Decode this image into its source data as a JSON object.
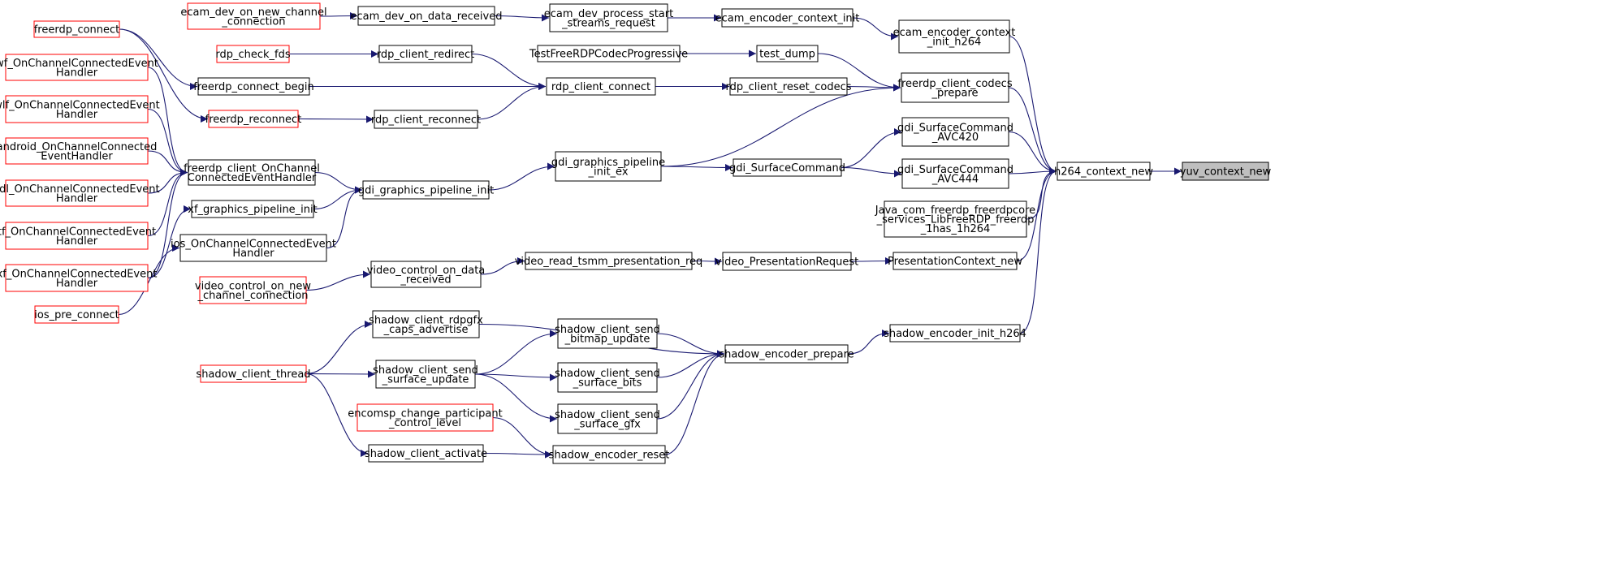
{
  "graph": {
    "colors": {
      "edge": "#191970",
      "node_border": "#000000",
      "truncated_border": "#ff0000",
      "focus_fill": "#bfbfbf"
    },
    "nodes": [
      {
        "id": "yuv_context_new",
        "lines": [
          "yuv_context_new"
        ],
        "style": "focus"
      },
      {
        "id": "h264_context_new",
        "lines": [
          "h264_context_new"
        ],
        "style": "normal"
      },
      {
        "id": "ecam_encoder_context_init_h264",
        "lines": [
          "ecam_encoder_context",
          "_init_h264"
        ],
        "style": "normal"
      },
      {
        "id": "freerdp_client_codecs_prepare",
        "lines": [
          "freerdp_client_codecs",
          "_prepare"
        ],
        "style": "normal"
      },
      {
        "id": "gdi_SurfaceCommand_AVC420",
        "lines": [
          "gdi_SurfaceCommand",
          "_AVC420"
        ],
        "style": "normal"
      },
      {
        "id": "gdi_SurfaceCommand_AVC444",
        "lines": [
          "gdi_SurfaceCommand",
          "_AVC444"
        ],
        "style": "normal"
      },
      {
        "id": "java_h264",
        "lines": [
          "Java_com_freerdp_freerdpcore",
          "_services_LibFreeRDP_freerdp",
          "_1has_1h264"
        ],
        "style": "normal"
      },
      {
        "id": "PresentationContext_new",
        "lines": [
          "PresentationContext_new"
        ],
        "style": "normal"
      },
      {
        "id": "shadow_encoder_init_h264",
        "lines": [
          "shadow_encoder_init_h264"
        ],
        "style": "normal"
      },
      {
        "id": "ecam_encoder_context_init",
        "lines": [
          "ecam_encoder_context_init"
        ],
        "style": "normal"
      },
      {
        "id": "test_dump",
        "lines": [
          "test_dump"
        ],
        "style": "normal"
      },
      {
        "id": "rdp_client_reset_codecs",
        "lines": [
          "rdp_client_reset_codecs"
        ],
        "style": "normal"
      },
      {
        "id": "gdi_SurfaceCommand",
        "lines": [
          "gdi_SurfaceCommand"
        ],
        "style": "normal"
      },
      {
        "id": "video_PresentationRequest",
        "lines": [
          "video_PresentationRequest"
        ],
        "style": "normal"
      },
      {
        "id": "shadow_encoder_prepare",
        "lines": [
          "shadow_encoder_prepare"
        ],
        "style": "normal"
      },
      {
        "id": "ecam_dev_process_start_streams_request",
        "lines": [
          "ecam_dev_process_start",
          "_streams_request"
        ],
        "style": "normal"
      },
      {
        "id": "TestFreeRDPCodecProgressive",
        "lines": [
          "TestFreeRDPCodecProgressive"
        ],
        "style": "normal"
      },
      {
        "id": "rdp_client_connect",
        "lines": [
          "rdp_client_connect"
        ],
        "style": "normal"
      },
      {
        "id": "gdi_graphics_pipeline_init_ex",
        "lines": [
          "gdi_graphics_pipeline",
          "_init_ex"
        ],
        "style": "normal"
      },
      {
        "id": "video_read_tsmm_presentation_req",
        "lines": [
          "video_read_tsmm_presentation_req"
        ],
        "style": "normal"
      },
      {
        "id": "shadow_client_send_bitmap_update",
        "lines": [
          "shadow_client_send",
          "_bitmap_update"
        ],
        "style": "normal"
      },
      {
        "id": "shadow_client_send_surface_bits",
        "lines": [
          "shadow_client_send",
          "_surface_bits"
        ],
        "style": "normal"
      },
      {
        "id": "shadow_client_send_surface_gfx",
        "lines": [
          "shadow_client_send",
          "_surface_gfx"
        ],
        "style": "normal"
      },
      {
        "id": "shadow_encoder_reset",
        "lines": [
          "shadow_encoder_reset"
        ],
        "style": "normal"
      },
      {
        "id": "ecam_dev_on_data_received",
        "lines": [
          "ecam_dev_on_data_received"
        ],
        "style": "normal"
      },
      {
        "id": "rdp_client_redirect",
        "lines": [
          "rdp_client_redirect"
        ],
        "style": "normal"
      },
      {
        "id": "rdp_client_reconnect",
        "lines": [
          "rdp_client_reconnect"
        ],
        "style": "normal"
      },
      {
        "id": "gdi_graphics_pipeline_init",
        "lines": [
          "gdi_graphics_pipeline_init"
        ],
        "style": "normal"
      },
      {
        "id": "video_control_on_data_received",
        "lines": [
          "video_control_on_data",
          "_received"
        ],
        "style": "normal"
      },
      {
        "id": "shadow_client_rdpgfx_caps_advertise",
        "lines": [
          "shadow_client_rdpgfx",
          "_caps_advertise"
        ],
        "style": "normal"
      },
      {
        "id": "shadow_client_send_surface_update",
        "lines": [
          "shadow_client_send",
          "_surface_update"
        ],
        "style": "normal"
      },
      {
        "id": "shadow_client_activate",
        "lines": [
          "shadow_client_activate"
        ],
        "style": "normal"
      },
      {
        "id": "ecam_dev_on_new_channel_connection",
        "lines": [
          "ecam_dev_on_new_channel",
          "_connection"
        ],
        "style": "truncated"
      },
      {
        "id": "rdp_check_fds",
        "lines": [
          "rdp_check_fds"
        ],
        "style": "truncated"
      },
      {
        "id": "freerdp_connect_begin",
        "lines": [
          "freerdp_connect_begin"
        ],
        "style": "normal"
      },
      {
        "id": "freerdp_reconnect",
        "lines": [
          "freerdp_reconnect"
        ],
        "style": "truncated"
      },
      {
        "id": "freerdp_client_OnChannelConnectedEventHandler",
        "lines": [
          "freerdp_client_OnChannel",
          "ConnectedEventHandler"
        ],
        "style": "normal"
      },
      {
        "id": "xf_graphics_pipeline_init",
        "lines": [
          "xf_graphics_pipeline_init"
        ],
        "style": "normal"
      },
      {
        "id": "ios_OnChannelConnectedEventHandler",
        "lines": [
          "ios_OnChannelConnectedEvent",
          "Handler"
        ],
        "style": "normal"
      },
      {
        "id": "video_control_on_new_channel_connection",
        "lines": [
          "video_control_on_new",
          "_channel_connection"
        ],
        "style": "truncated"
      },
      {
        "id": "shadow_client_thread",
        "lines": [
          "shadow_client_thread"
        ],
        "style": "truncated"
      },
      {
        "id": "encomsp_change_participant_control_level",
        "lines": [
          "encomsp_change_participant",
          "_control_level"
        ],
        "style": "truncated"
      },
      {
        "id": "freerdp_connect",
        "lines": [
          "freerdp_connect"
        ],
        "style": "truncated"
      },
      {
        "id": "wf_OnChannelConnectedEventHandler",
        "lines": [
          "wf_OnChannelConnectedEvent",
          "Handler"
        ],
        "style": "truncated"
      },
      {
        "id": "wlf_OnChannelConnectedEventHandler",
        "lines": [
          "wlf_OnChannelConnectedEvent",
          "Handler"
        ],
        "style": "truncated"
      },
      {
        "id": "android_OnChannelConnectedEventHandler",
        "lines": [
          "android_OnChannelConnected",
          "EventHandler"
        ],
        "style": "truncated"
      },
      {
        "id": "sdl_OnChannelConnectedEventHandler",
        "lines": [
          "sdl_OnChannelConnectedEvent",
          "Handler"
        ],
        "style": "truncated"
      },
      {
        "id": "tf_OnChannelConnectedEventHandler",
        "lines": [
          "tf_OnChannelConnectedEvent",
          "Handler"
        ],
        "style": "truncated"
      },
      {
        "id": "xf_OnChannelConnectedEventHandler",
        "lines": [
          "xf_OnChannelConnectedEvent",
          "Handler"
        ],
        "style": "truncated"
      },
      {
        "id": "ios_pre_connect",
        "lines": [
          "ios_pre_connect"
        ],
        "style": "truncated"
      }
    ],
    "edges": [
      [
        "h264_context_new",
        "yuv_context_new"
      ],
      [
        "ecam_encoder_context_init_h264",
        "h264_context_new"
      ],
      [
        "freerdp_client_codecs_prepare",
        "h264_context_new"
      ],
      [
        "gdi_SurfaceCommand_AVC420",
        "h264_context_new"
      ],
      [
        "gdi_SurfaceCommand_AVC444",
        "h264_context_new"
      ],
      [
        "java_h264",
        "h264_context_new"
      ],
      [
        "PresentationContext_new",
        "h264_context_new"
      ],
      [
        "shadow_encoder_init_h264",
        "h264_context_new"
      ],
      [
        "ecam_encoder_context_init",
        "ecam_encoder_context_init_h264"
      ],
      [
        "test_dump",
        "freerdp_client_codecs_prepare"
      ],
      [
        "rdp_client_reset_codecs",
        "freerdp_client_codecs_prepare"
      ],
      [
        "gdi_graphics_pipeline_init_ex",
        "freerdp_client_codecs_prepare"
      ],
      [
        "gdi_SurfaceCommand",
        "gdi_SurfaceCommand_AVC420"
      ],
      [
        "gdi_SurfaceCommand",
        "gdi_SurfaceCommand_AVC444"
      ],
      [
        "video_PresentationRequest",
        "PresentationContext_new"
      ],
      [
        "shadow_encoder_prepare",
        "shadow_encoder_init_h264"
      ],
      [
        "ecam_dev_process_start_streams_request",
        "ecam_encoder_context_init"
      ],
      [
        "TestFreeRDPCodecProgressive",
        "test_dump"
      ],
      [
        "rdp_client_connect",
        "rdp_client_reset_codecs"
      ],
      [
        "gdi_graphics_pipeline_init_ex",
        "gdi_SurfaceCommand"
      ],
      [
        "video_read_tsmm_presentation_req",
        "video_PresentationRequest"
      ],
      [
        "shadow_client_rdpgfx_caps_advertise",
        "shadow_encoder_prepare"
      ],
      [
        "shadow_client_send_bitmap_update",
        "shadow_encoder_prepare"
      ],
      [
        "shadow_client_send_surface_bits",
        "shadow_encoder_prepare"
      ],
      [
        "shadow_client_send_surface_gfx",
        "shadow_encoder_prepare"
      ],
      [
        "shadow_encoder_reset",
        "shadow_encoder_prepare"
      ],
      [
        "ecam_dev_on_data_received",
        "ecam_dev_process_start_streams_request"
      ],
      [
        "rdp_client_redirect",
        "rdp_client_connect"
      ],
      [
        "freerdp_connect_begin",
        "rdp_client_connect"
      ],
      [
        "rdp_client_reconnect",
        "rdp_client_connect"
      ],
      [
        "gdi_graphics_pipeline_init",
        "gdi_graphics_pipeline_init_ex"
      ],
      [
        "video_control_on_data_received",
        "video_read_tsmm_presentation_req"
      ],
      [
        "shadow_client_send_surface_update",
        "shadow_client_send_bitmap_update"
      ],
      [
        "shadow_client_send_surface_update",
        "shadow_client_send_surface_bits"
      ],
      [
        "shadow_client_send_surface_update",
        "shadow_client_send_surface_gfx"
      ],
      [
        "shadow_client_activate",
        "shadow_encoder_reset"
      ],
      [
        "encomsp_change_participant_control_level",
        "shadow_encoder_reset"
      ],
      [
        "ecam_dev_on_new_channel_connection",
        "ecam_dev_on_data_received"
      ],
      [
        "rdp_check_fds",
        "rdp_client_redirect"
      ],
      [
        "freerdp_reconnect",
        "rdp_client_reconnect"
      ],
      [
        "freerdp_client_OnChannelConnectedEventHandler",
        "gdi_graphics_pipeline_init"
      ],
      [
        "xf_graphics_pipeline_init",
        "gdi_graphics_pipeline_init"
      ],
      [
        "ios_OnChannelConnectedEventHandler",
        "gdi_graphics_pipeline_init"
      ],
      [
        "video_control_on_new_channel_connection",
        "video_control_on_data_received"
      ],
      [
        "shadow_client_thread",
        "shadow_client_rdpgfx_caps_advertise"
      ],
      [
        "shadow_client_thread",
        "shadow_client_send_surface_update"
      ],
      [
        "shadow_client_thread",
        "shadow_client_activate"
      ],
      [
        "freerdp_connect",
        "freerdp_connect_begin"
      ],
      [
        "freerdp_connect",
        "freerdp_reconnect"
      ],
      [
        "wf_OnChannelConnectedEventHandler",
        "freerdp_client_OnChannelConnectedEventHandler"
      ],
      [
        "wlf_OnChannelConnectedEventHandler",
        "freerdp_client_OnChannelConnectedEventHandler"
      ],
      [
        "android_OnChannelConnectedEventHandler",
        "freerdp_client_OnChannelConnectedEventHandler"
      ],
      [
        "sdl_OnChannelConnectedEventHandler",
        "freerdp_client_OnChannelConnectedEventHandler"
      ],
      [
        "tf_OnChannelConnectedEventHandler",
        "freerdp_client_OnChannelConnectedEventHandler"
      ],
      [
        "xf_OnChannelConnectedEventHandler",
        "freerdp_client_OnChannelConnectedEventHandler"
      ],
      [
        "xf_OnChannelConnectedEventHandler",
        "xf_graphics_pipeline_init"
      ],
      [
        "ios_pre_connect",
        "ios_OnChannelConnectedEventHandler"
      ]
    ]
  }
}
